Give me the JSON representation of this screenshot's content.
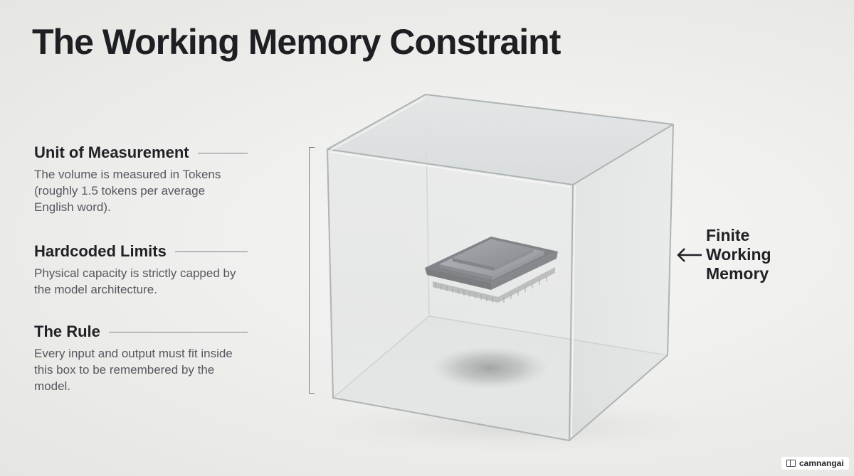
{
  "title": "The Working Memory Constraint",
  "blocks": [
    {
      "heading": "Unit of Measurement",
      "body": "The volume is measured in Tokens (roughly 1.5 tokens per average English word)."
    },
    {
      "heading": "Hardcoded Limits",
      "body": "Physical capacity is strictly capped by the model architecture."
    },
    {
      "heading": "The Rule",
      "body": "Every input and output must fit inside this box to be remembered by the model."
    }
  ],
  "callout": {
    "label": "Finite Working Memory",
    "icon": "arrow-left-icon"
  },
  "badge": {
    "label": "camnangai",
    "icon": "book-icon"
  }
}
